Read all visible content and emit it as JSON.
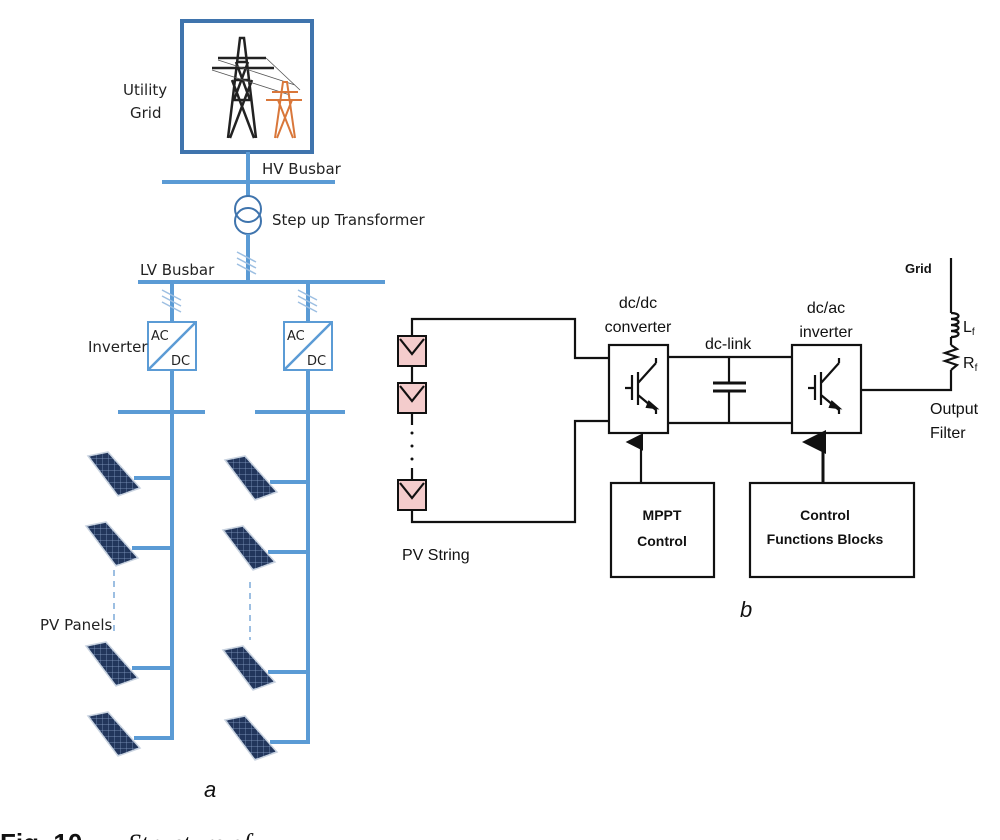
{
  "diagram_a": {
    "utility_grid_line1": "Utility",
    "utility_grid_line2": "Grid",
    "hv_busbar": "HV Busbar",
    "transformer": "Step up Transformer",
    "lv_busbar": "LV Busbar",
    "inverter": "Inverter",
    "ac": "AC",
    "dc": "DC",
    "pv_panels": "PV Panels",
    "sublabel": "a"
  },
  "diagram_b": {
    "dcdc_line1": "dc/dc",
    "dcdc_line2": "converter",
    "dclink": "dc-link",
    "dcac_line1": "dc/ac",
    "dcac_line2": "inverter",
    "grid": "Grid",
    "lf": "L",
    "lf_sub": "f",
    "rf": "R",
    "rf_sub": "f",
    "output_line1": "Output",
    "output_line2": "Filter",
    "pv_string": "PV String",
    "mppt_line1": "MPPT",
    "mppt_line2": "Control",
    "control_line1": "Control",
    "control_line2": "Functions Blocks",
    "sublabel": "b"
  },
  "caption": {
    "label": "Fig. 10",
    "text": "Structure of"
  },
  "colors": {
    "line_blue": "#5b9bd5",
    "grid_box": "#3f74ad",
    "pv_cell": "#f4cccc",
    "panel": "#23385e"
  }
}
